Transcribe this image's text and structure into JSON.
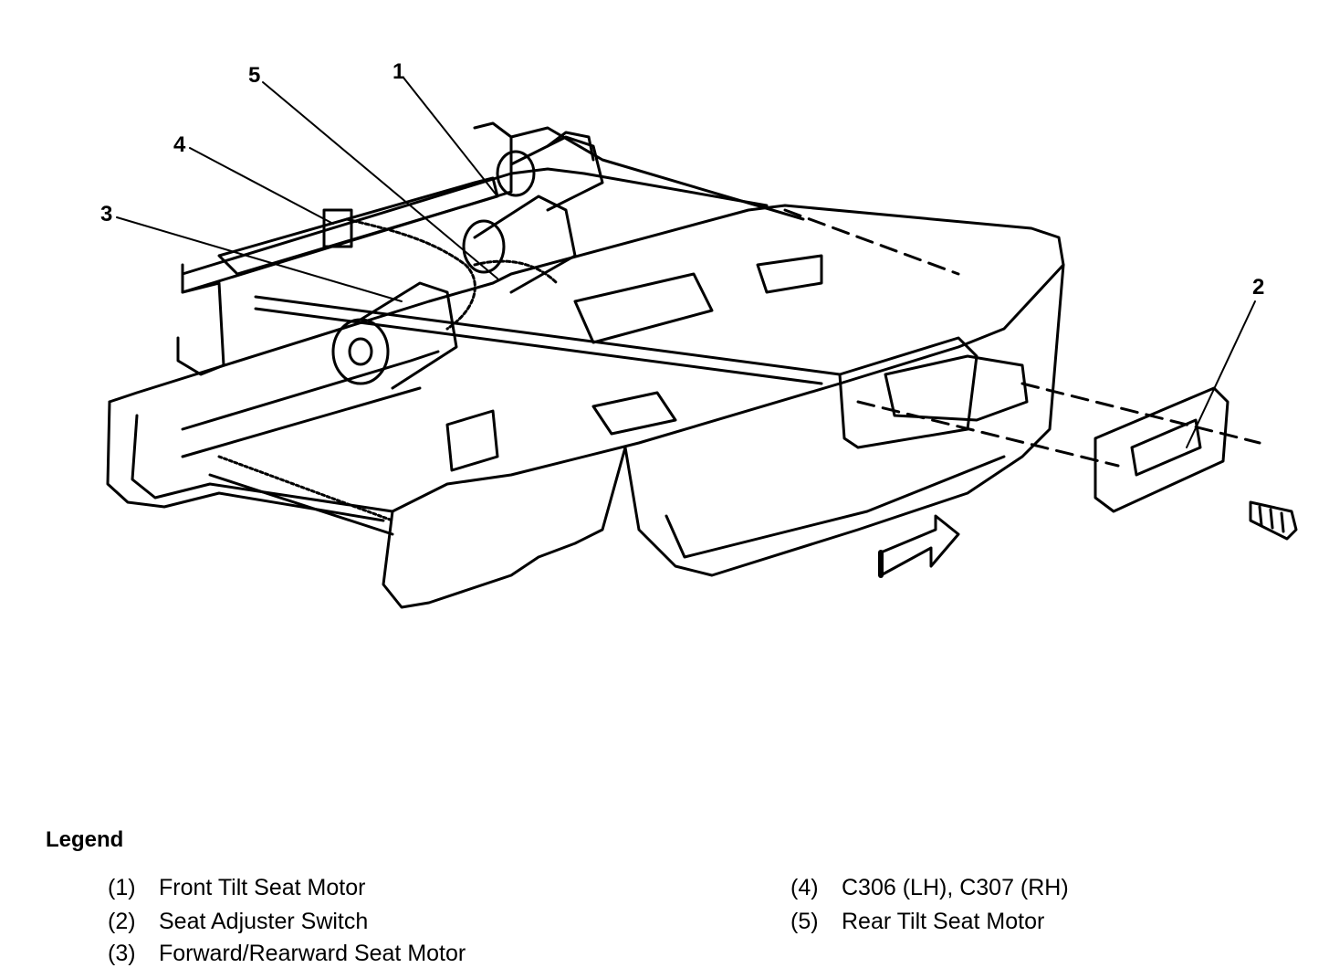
{
  "callouts": [
    "5",
    "1",
    "4",
    "3",
    "2"
  ],
  "legend": {
    "title": "Legend",
    "items": [
      {
        "num": "(1)",
        "label": "Front Tilt Seat Motor"
      },
      {
        "num": "(2)",
        "label": "Seat Adjuster Switch"
      },
      {
        "num": "(3)",
        "label": "Forward/Rearward Seat Motor"
      },
      {
        "num": "(4)",
        "label": "C306 (LH), C307 (RH)"
      },
      {
        "num": "(5)",
        "label": "Rear Tilt Seat Motor"
      }
    ]
  }
}
